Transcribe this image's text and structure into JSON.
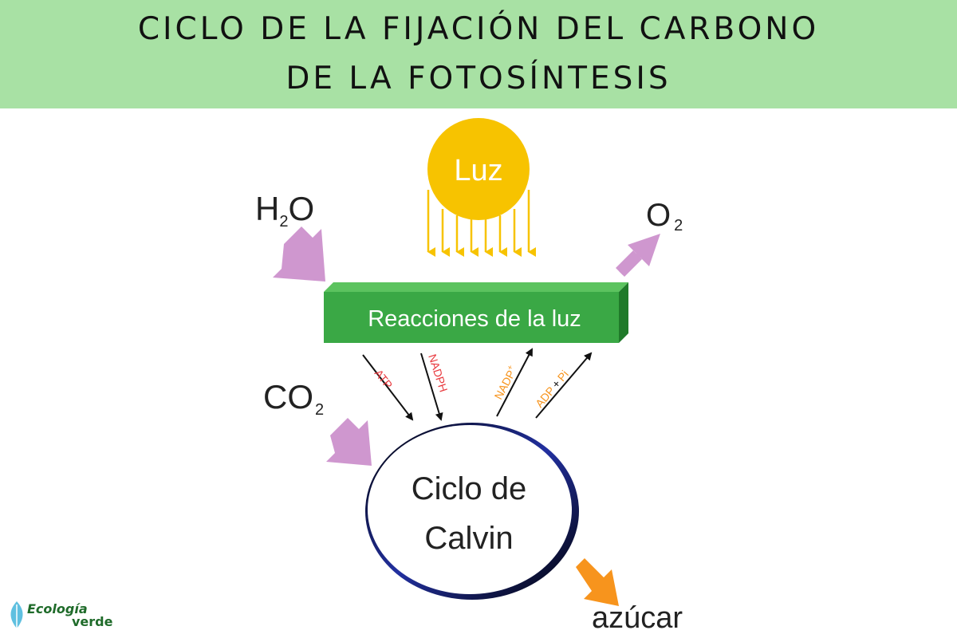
{
  "header": {
    "title_line1": "CICLO DE LA FIJACIÓN DEL CARBONO",
    "title_line2": "DE LA FOTOSÍNTESIS"
  },
  "diagram": {
    "sun_label": "Luz",
    "h2o": {
      "base": "H",
      "sub": "2",
      "tail": "O"
    },
    "o2": {
      "base": "O",
      "sub": "2"
    },
    "co2": {
      "base": "CO",
      "sub": "2"
    },
    "light_reactions_label": "Reacciones de la luz",
    "calvin_line1": "Ciclo de",
    "calvin_line2": "Calvin",
    "sugar_label": "azúcar",
    "atp_label": "ATP",
    "nadph_label": "NADPH",
    "nadp_label": "NADP",
    "nadp_sup": "+",
    "adp_label": "ADP",
    "adp_plus": "+",
    "pi_label": "Pi"
  },
  "logo": {
    "line1": "Ecología",
    "line2": "verde"
  },
  "colors": {
    "header_bg": "#a8e1a4",
    "sun": "#f7c300",
    "green_box": "#3aa845",
    "pink_arrow": "#cf97cf",
    "orange_arrow": "#f7941d",
    "ring": "#1f2a8a",
    "red_label": "#e8383d",
    "orange_label": "#f7941d"
  }
}
